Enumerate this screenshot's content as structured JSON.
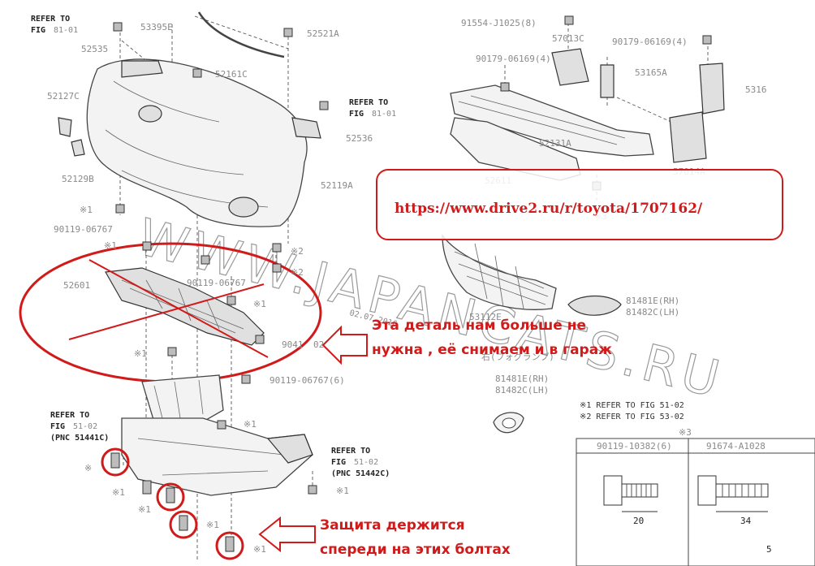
{
  "labels": {
    "refer_to_1": "REFER TO",
    "fig_1": "FIG",
    "fig_1_num": "81-01",
    "p53395e": "53395E",
    "p52521a": "52521A",
    "p52535": "52535",
    "p52161c": "52161C",
    "p52127c": "52127C",
    "refer_to_2": "REFER TO",
    "fig_2": "FIG",
    "fig_2_num": "81-01",
    "p52536": "52536",
    "p52129b": "52129B",
    "p52119a": "52119A",
    "x1_a": "※1",
    "p90119_06767_a": "90119-06767",
    "x1_b": "※1",
    "x2_a": "※2",
    "x2_b": "※2",
    "p52601": "52601",
    "p90119_06767_b": "90119-06767",
    "x1_c": "※1",
    "p9041_partial": "9041",
    "p0216_partial": "0216(6)",
    "x1_d": "※1",
    "p90119_06767_c": "90119-06767(6)",
    "refer_to_3": "REFER TO",
    "fig_3": "FIG",
    "fig_3_num": "51-02",
    "pnc_51441c": "(PNC 51441C)",
    "x1_e": "※1",
    "x_f": "※",
    "refer_to_4": "REFER TO",
    "fig_4": "FIG",
    "fig_4_num": "51-02",
    "pnc_51442c": "(PNC 51442C)",
    "x1_g": "※1",
    "x1_h": "※1",
    "x1_i": "※1",
    "x1_j": "※1",
    "x1_k": "※1",
    "p91554_j1025": "91554-J1025(8)",
    "p57013c": "57013C",
    "p90179_06169_a": "90179-06169(4)",
    "p90179_06169_b": "90179-06169(4)",
    "p53165a": "53165A",
    "p5316_partial": "5316",
    "p52131a": "52131A",
    "p57014a": "57014A",
    "p52611": "52611",
    "x3_a": "※3",
    "p53112e": "53112E",
    "p81481e_rh_a": "81481E(RH)",
    "p81482c_lh_a": "81482C(LH)",
    "fog_note": "右(フォグランプ)",
    "p81481e_rh_b": "81481E(RH)",
    "p81482c_lh_b": "81482C(LH)",
    "ref_note_1": "※1 REFER TO FIG 51-02",
    "ref_note_2": "※2 REFER TO FIG 53-02",
    "x3_table": "※3",
    "table_col1": "90119-10382(6)",
    "table_col2": "91674-A1028",
    "dim_20": "20",
    "dim_34": "34",
    "page_num_partial": "5",
    "watermark_date": "02.07.2016"
  },
  "annotations": {
    "url": "https://www.drive2.ru/r/toyota/1707162/",
    "note_remove_line1": "Эта деталь нам больше не",
    "note_remove_line2": "нужна , её снимаем и в гараж",
    "note_bolts_line1": "Защита держится",
    "note_bolts_line2": "спереди на этих болтах"
  },
  "watermark": "WWW.JAPANCATS.RU",
  "colors": {
    "accent_red": "#d11a1a",
    "line": "#444444",
    "label_gray": "#8a8a8a"
  }
}
